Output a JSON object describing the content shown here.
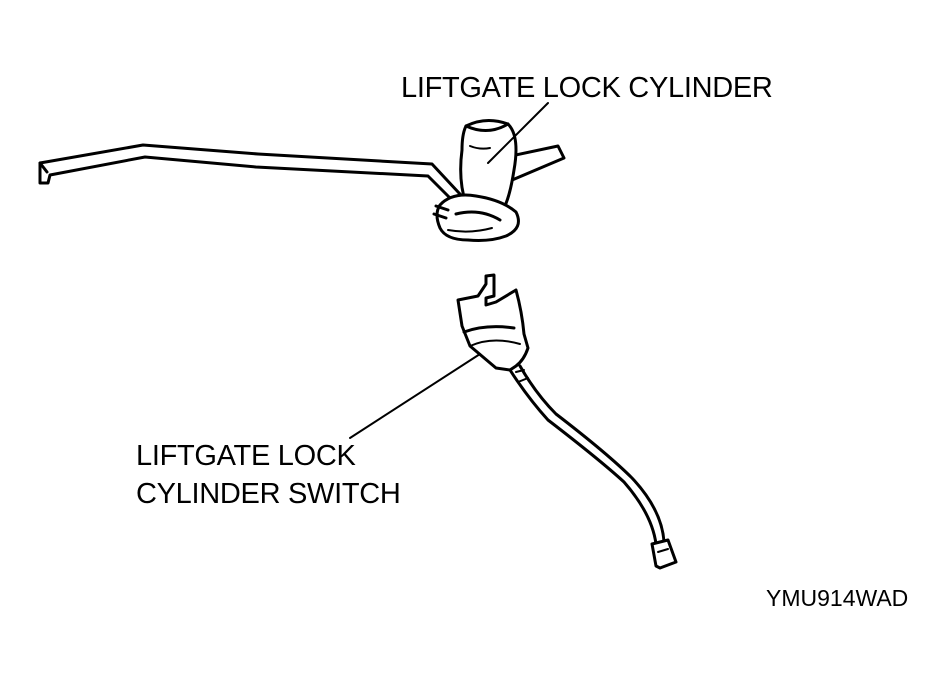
{
  "labels": {
    "lock_cylinder": "LIFTGATE LOCK CYLINDER",
    "lock_cylinder_switch_line1": "LIFTGATE LOCK",
    "lock_cylinder_switch_line2": "CYLINDER SWITCH"
  },
  "figure_code": "YMU914WAD",
  "colors": {
    "ink": "#000000",
    "paper": "#ffffff"
  }
}
